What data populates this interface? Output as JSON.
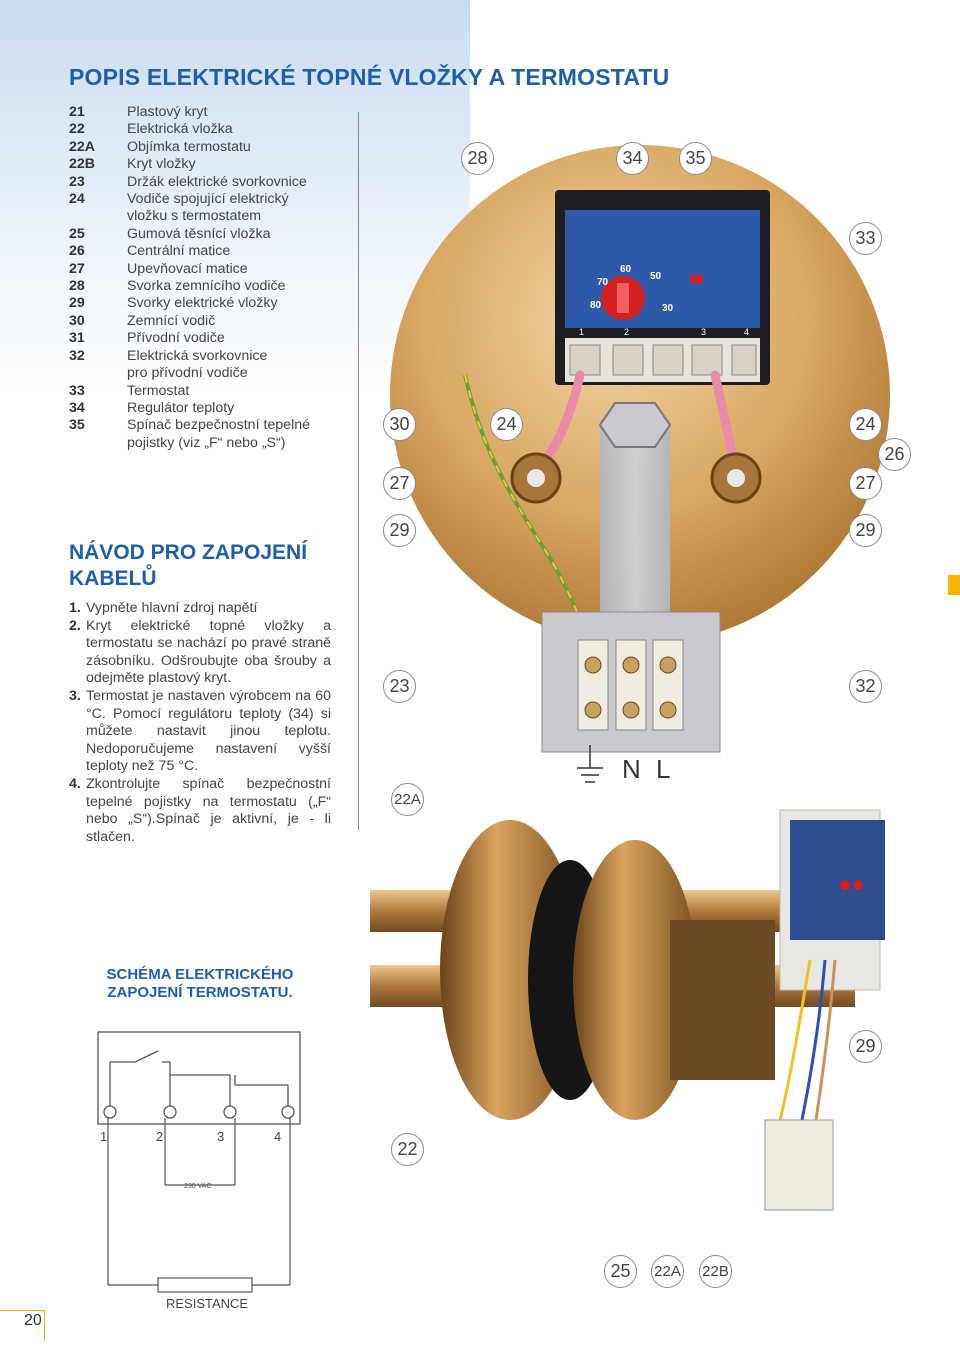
{
  "title": "POPIS ELEKTRICKÉ TOPNÉ VLOŽKY A TERMOSTATU",
  "parts": [
    {
      "num": "21",
      "desc": [
        "Plastový kryt"
      ]
    },
    {
      "num": "22",
      "desc": [
        "Elektrická vložka"
      ]
    },
    {
      "num": "22A",
      "desc": [
        "Objímka termostatu"
      ]
    },
    {
      "num": "22B",
      "desc": [
        "Kryt vložky"
      ]
    },
    {
      "num": "23",
      "desc": [
        "Držák elektrické svorkovnice"
      ]
    },
    {
      "num": "24",
      "desc": [
        "Vodiče spojující elektrický",
        "vložku s termostatem"
      ]
    },
    {
      "num": "25",
      "desc": [
        "Gumová těsnící vložka"
      ]
    },
    {
      "num": "26",
      "desc": [
        "Centrální matice"
      ]
    },
    {
      "num": "27",
      "desc": [
        "Upevňovací matice"
      ]
    },
    {
      "num": "28",
      "desc": [
        "Svorka zemnícího vodiče"
      ]
    },
    {
      "num": "29",
      "desc": [
        "Svorky elektrické vložky"
      ]
    },
    {
      "num": "30",
      "desc": [
        "Zemnící vodič"
      ]
    },
    {
      "num": "31",
      "desc": [
        "Přívodní vodiče"
      ]
    },
    {
      "num": "32",
      "desc": [
        "Elektrická svorkovnice",
        "pro přívodní vodiče"
      ]
    },
    {
      "num": "33",
      "desc": [
        "Termostat"
      ]
    },
    {
      "num": "34",
      "desc": [
        "Regulátor teploty"
      ]
    },
    {
      "num": "35",
      "desc": [
        "Spínač bezpečnostní tepelné",
        "pojistky (viz „F“ nebo „S“)"
      ]
    }
  ],
  "navod": {
    "title_line1": "NÁVOD PRO ZAPOJENÍ",
    "title_line2": "KABELŮ",
    "steps": [
      {
        "n": "1.",
        "text": "Vypněte hlavní zdroj napětí"
      },
      {
        "n": "2.",
        "text": "Kryt elektrické topné vložky a termostatu se nachází po pravé straně zásobníku. Odšroubujte oba šrouby a odejměte plastový kryt."
      },
      {
        "n": "3.",
        "text": "Termostat je nastaven výrobcem na 60 °C. Pomocí regulátoru teploty (34) si můžete nastavit jinou teplotu. Nedoporučujeme nastavení vyšší teploty než 75 °C."
      },
      {
        "n": "4.",
        "text": "Zkontrolujte spínač bezpečnostní tepelné pojistky na termostatu („F“ nebo „S“).Spínač je aktivní, je - li stlačen."
      }
    ]
  },
  "schema": {
    "title_line1": "SCHÉMA ELEKTRICKÉHO",
    "title_line2": "ZAPOJENÍ TERMOSTATU.",
    "terminals": [
      "1",
      "2",
      "3",
      "4"
    ],
    "voltage_label": "230 VAC",
    "resistance_label": "RESISTANCE"
  },
  "thermostat": {
    "dial_labels": [
      "70",
      "60",
      "50",
      "80",
      "30"
    ],
    "terminal_labels": [
      "1",
      "2",
      "3",
      "4"
    ]
  },
  "terminal_block_labels": {
    "n": "N",
    "l": "L"
  },
  "callouts": [
    "28",
    "34",
    "35",
    "33",
    "30",
    "24",
    "24",
    "26",
    "27",
    "27",
    "29",
    "29",
    "23",
    "32",
    "22A",
    "29",
    "22",
    "25",
    "22A",
    "22B"
  ],
  "page_number": "20",
  "colors": {
    "accent": "#1f5fa8",
    "page_marker": "#f5b400"
  }
}
